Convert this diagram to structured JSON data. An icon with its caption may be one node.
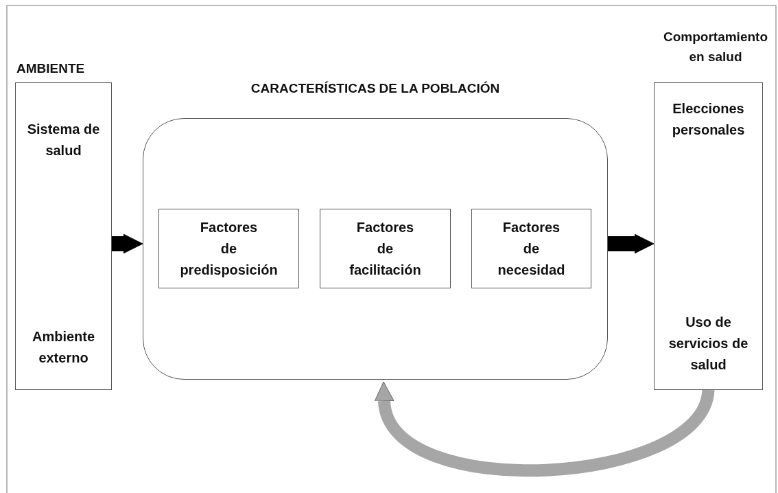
{
  "diagram": {
    "nodes": [
      {
        "text": [
          "AMBIENTE",
          "Sistema de salud",
          "Ambiente externo"
        ]
      },
      {
        "text": [
          "CARACTERÍSTICAS DE LA POBLACIÓN"
        ]
      },
      {
        "text": [
          "Factores de predisposición"
        ],
        "in": 1
      },
      {
        "text": [
          "Factores de facilitación"
        ],
        "in": 1
      },
      {
        "text": [
          "Factores de necesidad"
        ],
        "in": 1
      },
      {
        "text": [
          "Comportamiento en salud",
          "Elecciones personales",
          "Uso de servicios de salud"
        ]
      }
    ],
    "edges": [
      {
        "from": 0,
        "to": 1,
        "arrow": "to"
      },
      {
        "from": 1,
        "to": 5,
        "arrow": "to"
      },
      {
        "from": 5,
        "to": 1,
        "arrow": "to",
        "color": "#a6a6a6"
      }
    ]
  }
}
